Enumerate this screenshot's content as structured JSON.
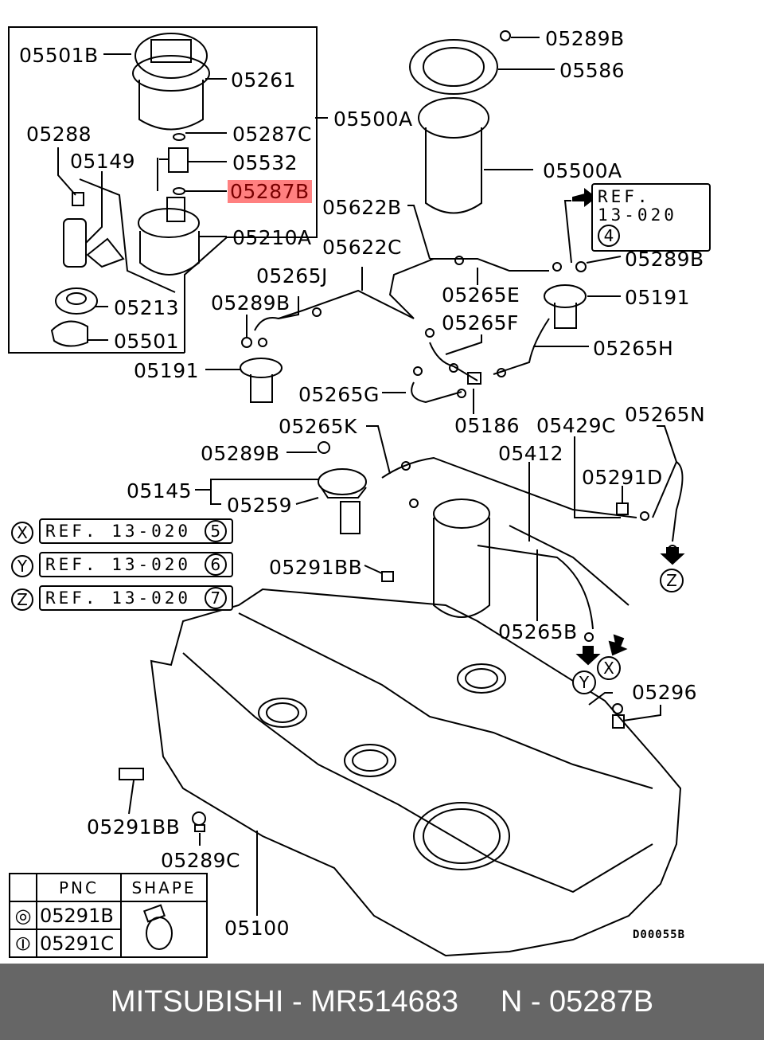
{
  "diagram": {
    "title": "Fuel tank and fuel pump assembly parts diagram",
    "highlight_color": "#ff8080",
    "drawing_code": "D00055B",
    "labels": [
      {
        "id": "05501B-top",
        "text": "05501B"
      },
      {
        "id": "05261",
        "text": "05261"
      },
      {
        "id": "05288",
        "text": "05288"
      },
      {
        "id": "05287C",
        "text": "05287C"
      },
      {
        "id": "05500A-group",
        "text": "05500A"
      },
      {
        "id": "05149",
        "text": "05149"
      },
      {
        "id": "05532",
        "text": "05532"
      },
      {
        "id": "05287B",
        "text": "05287B",
        "highlighted": true
      },
      {
        "id": "05210A",
        "text": "05210A"
      },
      {
        "id": "05213",
        "text": "05213"
      },
      {
        "id": "05501",
        "text": "05501"
      },
      {
        "id": "05289B-a",
        "text": "05289B"
      },
      {
        "id": "05586",
        "text": "05586"
      },
      {
        "id": "05500A",
        "text": "05500A"
      },
      {
        "id": "05622B",
        "text": "05622B"
      },
      {
        "id": "05622C",
        "text": "05622C"
      },
      {
        "id": "05289B-b",
        "text": "05289B"
      },
      {
        "id": "05265J",
        "text": "05265J"
      },
      {
        "id": "05265E",
        "text": "05265E"
      },
      {
        "id": "05191-a",
        "text": "05191"
      },
      {
        "id": "05289B-c",
        "text": "05289B"
      },
      {
        "id": "05265F",
        "text": "05265F"
      },
      {
        "id": "05265H",
        "text": "05265H"
      },
      {
        "id": "05191-b",
        "text": "05191"
      },
      {
        "id": "05265G",
        "text": "05265G"
      },
      {
        "id": "05186",
        "text": "05186"
      },
      {
        "id": "05265K",
        "text": "05265K"
      },
      {
        "id": "05429C",
        "text": "05429C"
      },
      {
        "id": "05265N",
        "text": "05265N"
      },
      {
        "id": "05289B-d",
        "text": "05289B"
      },
      {
        "id": "05412",
        "text": "05412"
      },
      {
        "id": "05291D",
        "text": "05291D"
      },
      {
        "id": "05145",
        "text": "05145"
      },
      {
        "id": "05259",
        "text": "05259"
      },
      {
        "id": "05291BB-a",
        "text": "05291BB"
      },
      {
        "id": "05265B",
        "text": "05265B"
      },
      {
        "id": "05296",
        "text": "05296"
      },
      {
        "id": "05291BB-b",
        "text": "05291BB"
      },
      {
        "id": "05289C",
        "text": "05289C"
      },
      {
        "id": "05100",
        "text": "05100"
      }
    ],
    "refs": [
      {
        "marker": "",
        "line1": "REF.",
        "line2": "13-020",
        "num": "4"
      },
      {
        "marker": "X",
        "text": "REF. 13-020",
        "num": "5"
      },
      {
        "marker": "Y",
        "text": "REF. 13-020",
        "num": "6"
      },
      {
        "marker": "Z",
        "text": "REF. 13-020",
        "num": "7"
      }
    ],
    "arrow_markers": [
      "Z",
      "Y",
      "X"
    ],
    "pnc_table": {
      "headers": [
        "",
        "PNC",
        "SHAPE"
      ],
      "rows": [
        {
          "symbol": "◎",
          "pnc": "05291B"
        },
        {
          "symbol": "⦶",
          "pnc": "05291C"
        }
      ],
      "shape_icon": "hose-clamp-icon"
    }
  },
  "footer": {
    "brand": "MITSUBISHI",
    "part_number": "MR514683",
    "position": "N - 05287B",
    "text": "MITSUBISHI - MR514683     N - 05287B"
  }
}
